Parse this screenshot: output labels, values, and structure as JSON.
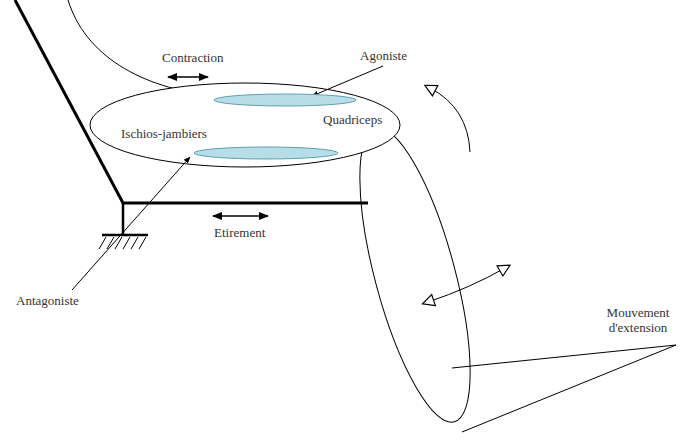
{
  "diagram": {
    "nodes": [
      {
        "text": [
          "Quadriceps"
        ]
      },
      {
        "text": [
          "Ischios-jambiers"
        ]
      }
    ],
    "labels": [
      "Agoniste",
      "Contraction",
      "Antagoniste",
      "Etirement",
      "Mouvement d'extension"
    ]
  }
}
